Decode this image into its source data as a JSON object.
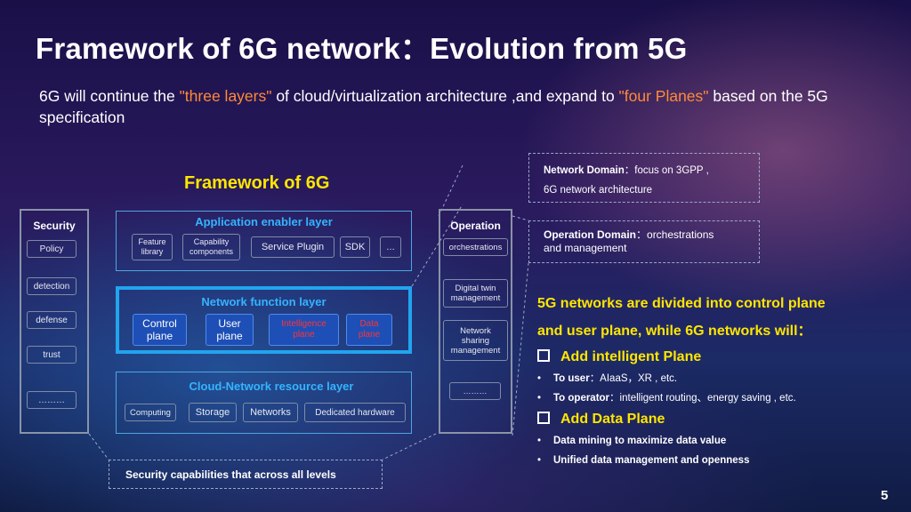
{
  "title": "Framework of 6G network：Evolution from 5G",
  "subtitle": {
    "part1": "6G will continue the ",
    "hl1": "\"three layers\"",
    "part2": " of cloud/virtualization architecture ,and expand to ",
    "hl2": "\"four Planes\"",
    "part3": " based on the 5G specification"
  },
  "framework_title": "Framework of 6G",
  "security": {
    "title": "Security",
    "items": [
      "Policy",
      "detection",
      "defense",
      "trust",
      "………"
    ]
  },
  "operation": {
    "title": "Operation",
    "items": [
      "orchestrations",
      "Digital twin management",
      "Network sharing management",
      "………"
    ]
  },
  "app_layer": {
    "label": "Application enabler layer",
    "items": [
      "Feature library",
      "Capability components",
      "Service Plugin",
      "SDK",
      "…"
    ]
  },
  "nf_layer": {
    "label": "Network function layer",
    "items": [
      "Control plane",
      "User plane",
      "Intelligence plane",
      "Data plane"
    ]
  },
  "cloud_layer": {
    "label": "Cloud-Network resource layer",
    "items": [
      "Computing",
      "Storage",
      "Networks",
      "Dedicated hardware"
    ]
  },
  "security_caps": "Security  capabilities that across all levels",
  "network_domain": {
    "bold": "Network Domain",
    "text": "：focus on 3GPP ,",
    "line2": "6G network architecture"
  },
  "operation_domain": {
    "bold": "Operation  Domain",
    "text": "：orchestrations",
    "line2": "and management"
  },
  "right": {
    "heading1": "5G networks are divided into control plane",
    "heading2": "and user plane, while 6G networks will：",
    "add_intel": "Add intelligent Plane",
    "to_user_label": "To user",
    "to_user_text": "：AIaaS，XR , etc.",
    "to_op_label": "To operator",
    "to_op_text": "：intelligent routing、energy saving , etc.",
    "add_data": "Add Data Plane",
    "data1": "Data mining to maximize data value",
    "data2": "Unified data management and openness",
    "bullet_char": "•"
  },
  "page_number": "5",
  "colors": {
    "accent_yellow": "#ffe600",
    "highlight_orange": "#ff8a3a",
    "layer_blue": "#34b4ff",
    "plane_fill": "#1e4fb6",
    "red_text": "#ff3333"
  }
}
